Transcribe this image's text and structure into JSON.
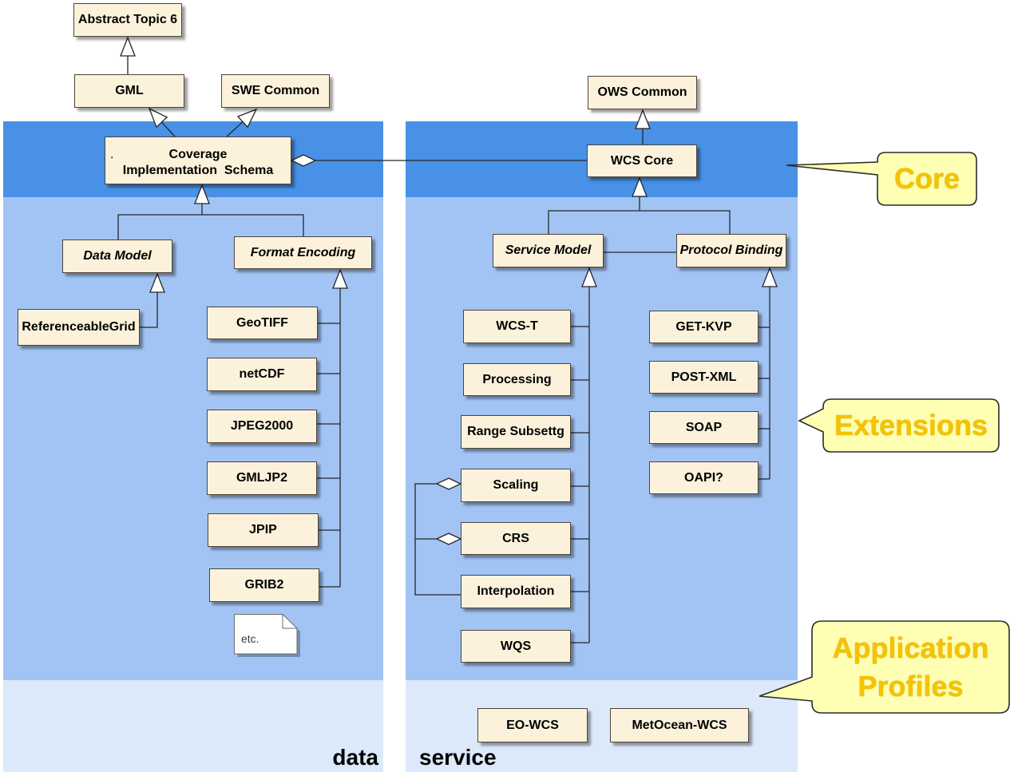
{
  "colors": {
    "core_band": "#4891e6",
    "extension_band": "#a2c4f4",
    "profile_band": "#dce9fb",
    "class_fill": "#fcf2db",
    "callout_fill": "#ffffb3",
    "callout_text": "#f5c300"
  },
  "data_column": {
    "label": "data",
    "abstract_topic": "Abstract Topic 6",
    "gml": "GML",
    "swe_common": "SWE Common",
    "coverage": {
      "marker": ".",
      "line1": "Coverage",
      "line2": "Implementation  Schema"
    },
    "data_model": "Data Model",
    "format_encoding": "Format Encoding",
    "referenceable_grid": "ReferenceableGrid",
    "formats": [
      "GeoTIFF",
      "netCDF",
      "JPEG2000",
      "GMLJP2",
      "JPIP",
      "GRIB2"
    ],
    "note": "etc."
  },
  "service_column": {
    "label": "service",
    "ows_common": "OWS Common",
    "wcs_core": "WCS Core",
    "service_model": "Service Model",
    "protocol_binding": "Protocol Binding",
    "extensions": [
      "WCS-T",
      "Processing",
      "Range Subsettg",
      "Scaling",
      "CRS",
      "Interpolation",
      "WQS"
    ],
    "bindings": [
      "GET-KVP",
      "POST-XML",
      "SOAP",
      "OAPI?"
    ],
    "profiles": [
      "EO-WCS",
      "MetOcean-WCS"
    ]
  },
  "callouts": {
    "core": "Core",
    "extensions": "Extensions",
    "application_profiles": "Application Profiles"
  }
}
